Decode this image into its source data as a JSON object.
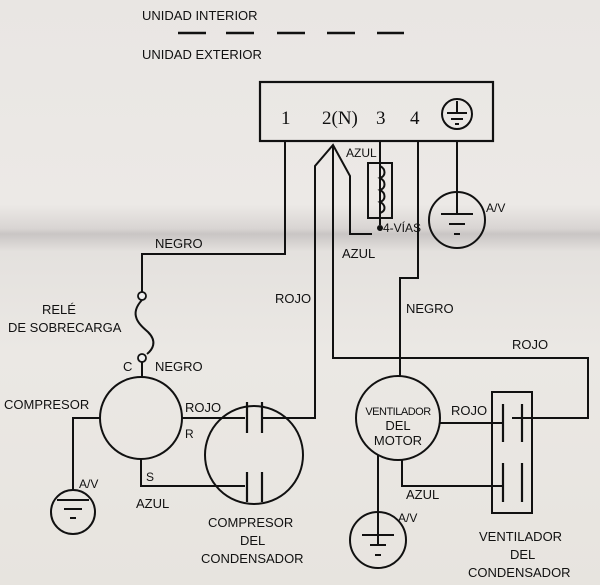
{
  "legend": {
    "indoor_unit": "UNIDAD INTERIOR",
    "outdoor_unit": "UNIDAD EXTERIOR"
  },
  "terminal_block": {
    "terminals": [
      "1",
      "2(N)",
      "3",
      "4"
    ],
    "ground_symbol": "ground-icon"
  },
  "wire_labels": {
    "negro_top": "NEGRO",
    "negro_c": "NEGRO",
    "negro_fan": "NEGRO",
    "rojo_left": "ROJO",
    "rojo_right": "ROJO",
    "rojo_comp": "ROJO",
    "rojo_fan": "ROJO",
    "azul_valve_top": "AZUL",
    "azul_valve_bottom": "AZUL",
    "azul_comp": "AZUL",
    "azul_fan": "AZUL"
  },
  "components": {
    "valve": "4-VÍAS",
    "overload_relay": [
      "RELÉ",
      "DE SOBRECARGA"
    ],
    "compressor": "COMPRESOR",
    "compressor_pins": {
      "c": "C",
      "r": "R",
      "s": "S"
    },
    "compressor_capacitor": [
      "COMPRESOR",
      "DEL",
      "CONDENSADOR"
    ],
    "fan_motor": [
      "VENTILADOR",
      "DEL",
      "MOTOR"
    ],
    "fan_capacitor": [
      "VENTILADOR",
      "DEL",
      "CONDENSADOR"
    ],
    "ground_label": "A/V"
  }
}
